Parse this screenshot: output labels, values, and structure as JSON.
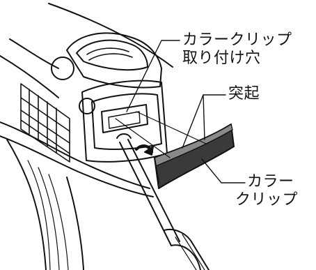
{
  "labels": {
    "clip_hole_line1": "カラークリップ",
    "clip_hole_line2": "取り付け穴",
    "protrusion": "突起",
    "color_clip_line1": "カラー",
    "color_clip_line2": "クリップ"
  },
  "colors": {
    "ink": "#111111",
    "clip_fill": "#3a3a3a",
    "clip_highlight": "#8a8a8a",
    "background": "#ffffff"
  }
}
